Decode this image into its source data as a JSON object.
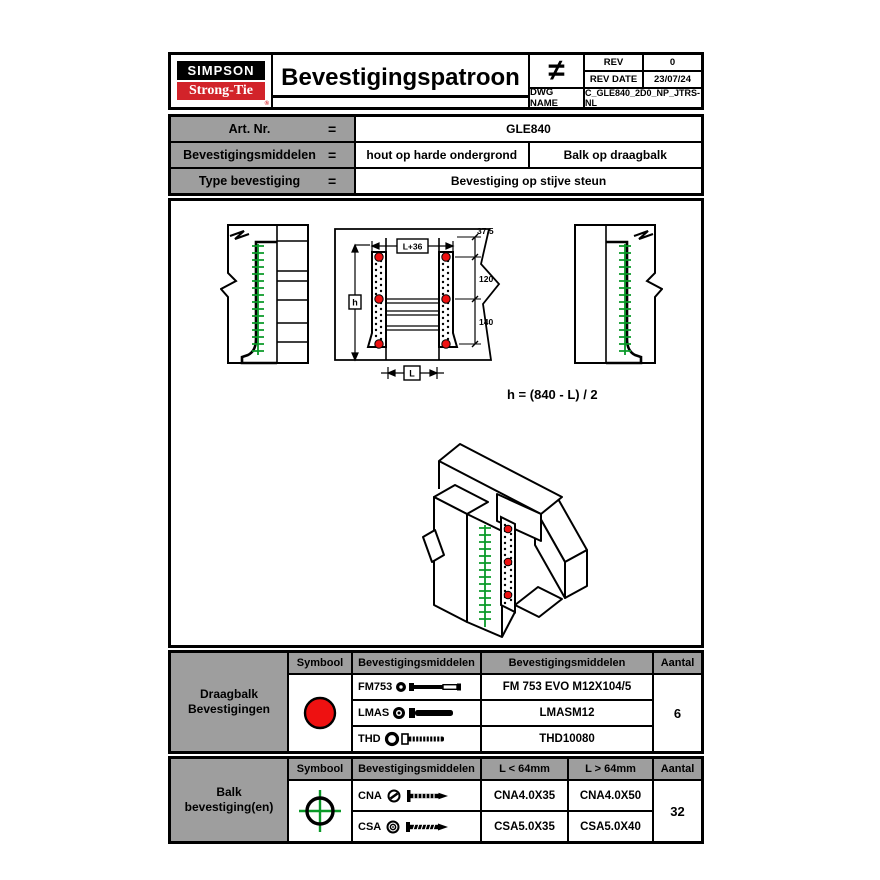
{
  "sheet": {
    "header": {
      "logo_line1": "SIMPSON",
      "logo_line2": "Strong-Tie",
      "registered": "®",
      "title": "Bevestigingspatroon",
      "not_equal": "≠",
      "rev_label": "REV",
      "rev_value": "0",
      "rev_date_label": "REV DATE",
      "rev_date_value": "23/07/24",
      "dwg_label": "DWG NAME",
      "dwg_value": "C_GLE840_2D0_NP_JTRS-NL"
    },
    "info": {
      "art_label": "Art. Nr.",
      "art_eq": "=",
      "art_value": "GLE840",
      "fast_label": "Bevestigingsmiddelen",
      "fast_eq": "=",
      "fast_value1": "hout op harde ondergrond",
      "fast_value2": "Balk op draagbalk",
      "type_label": "Type bevestiging",
      "type_eq": "=",
      "type_value": "Bevestiging op stijve steun"
    },
    "drawing": {
      "formula": "h = (840 - L) / 2",
      "dims": {
        "top_width": "L+36",
        "top_offset": "37.5",
        "spacing_1": "120",
        "spacing_2": "140",
        "height": "h",
        "beam_width": "L"
      }
    },
    "tables": {
      "draagbalk": {
        "row_label": "Draagbalk Bevestigingen",
        "col_symbol": "Symbool",
        "col_fasteners": "Bevestigingsmiddelen",
        "col_fasteners2": "Bevestigingsmiddelen",
        "col_count": "Aantal",
        "rows": [
          {
            "code": "FM753",
            "product": "FM 753 EVO M12X104/5"
          },
          {
            "code": "LMAS",
            "product": "LMASM12"
          },
          {
            "code": "THD",
            "product": "THD10080"
          }
        ],
        "count": "6"
      },
      "balk": {
        "row_label": "Balk bevestiging(en)",
        "col_symbol": "Symbool",
        "col_fasteners": "Bevestigingsmiddelen",
        "col_short": "L < 64mm",
        "col_long": "L > 64mm",
        "col_count": "Aantal",
        "rows": [
          {
            "code": "CNA",
            "short": "CNA4.0X35",
            "long": "CNA4.0X50"
          },
          {
            "code": "CSA",
            "short": "CSA5.0X35",
            "long": "CSA5.0X40"
          }
        ],
        "count": "32"
      }
    },
    "colors": {
      "logo_red": "#d2232a",
      "marker_red": "#ee1111",
      "screw_green": "#0a9928",
      "cell_gray": "#9e9e9e"
    }
  }
}
